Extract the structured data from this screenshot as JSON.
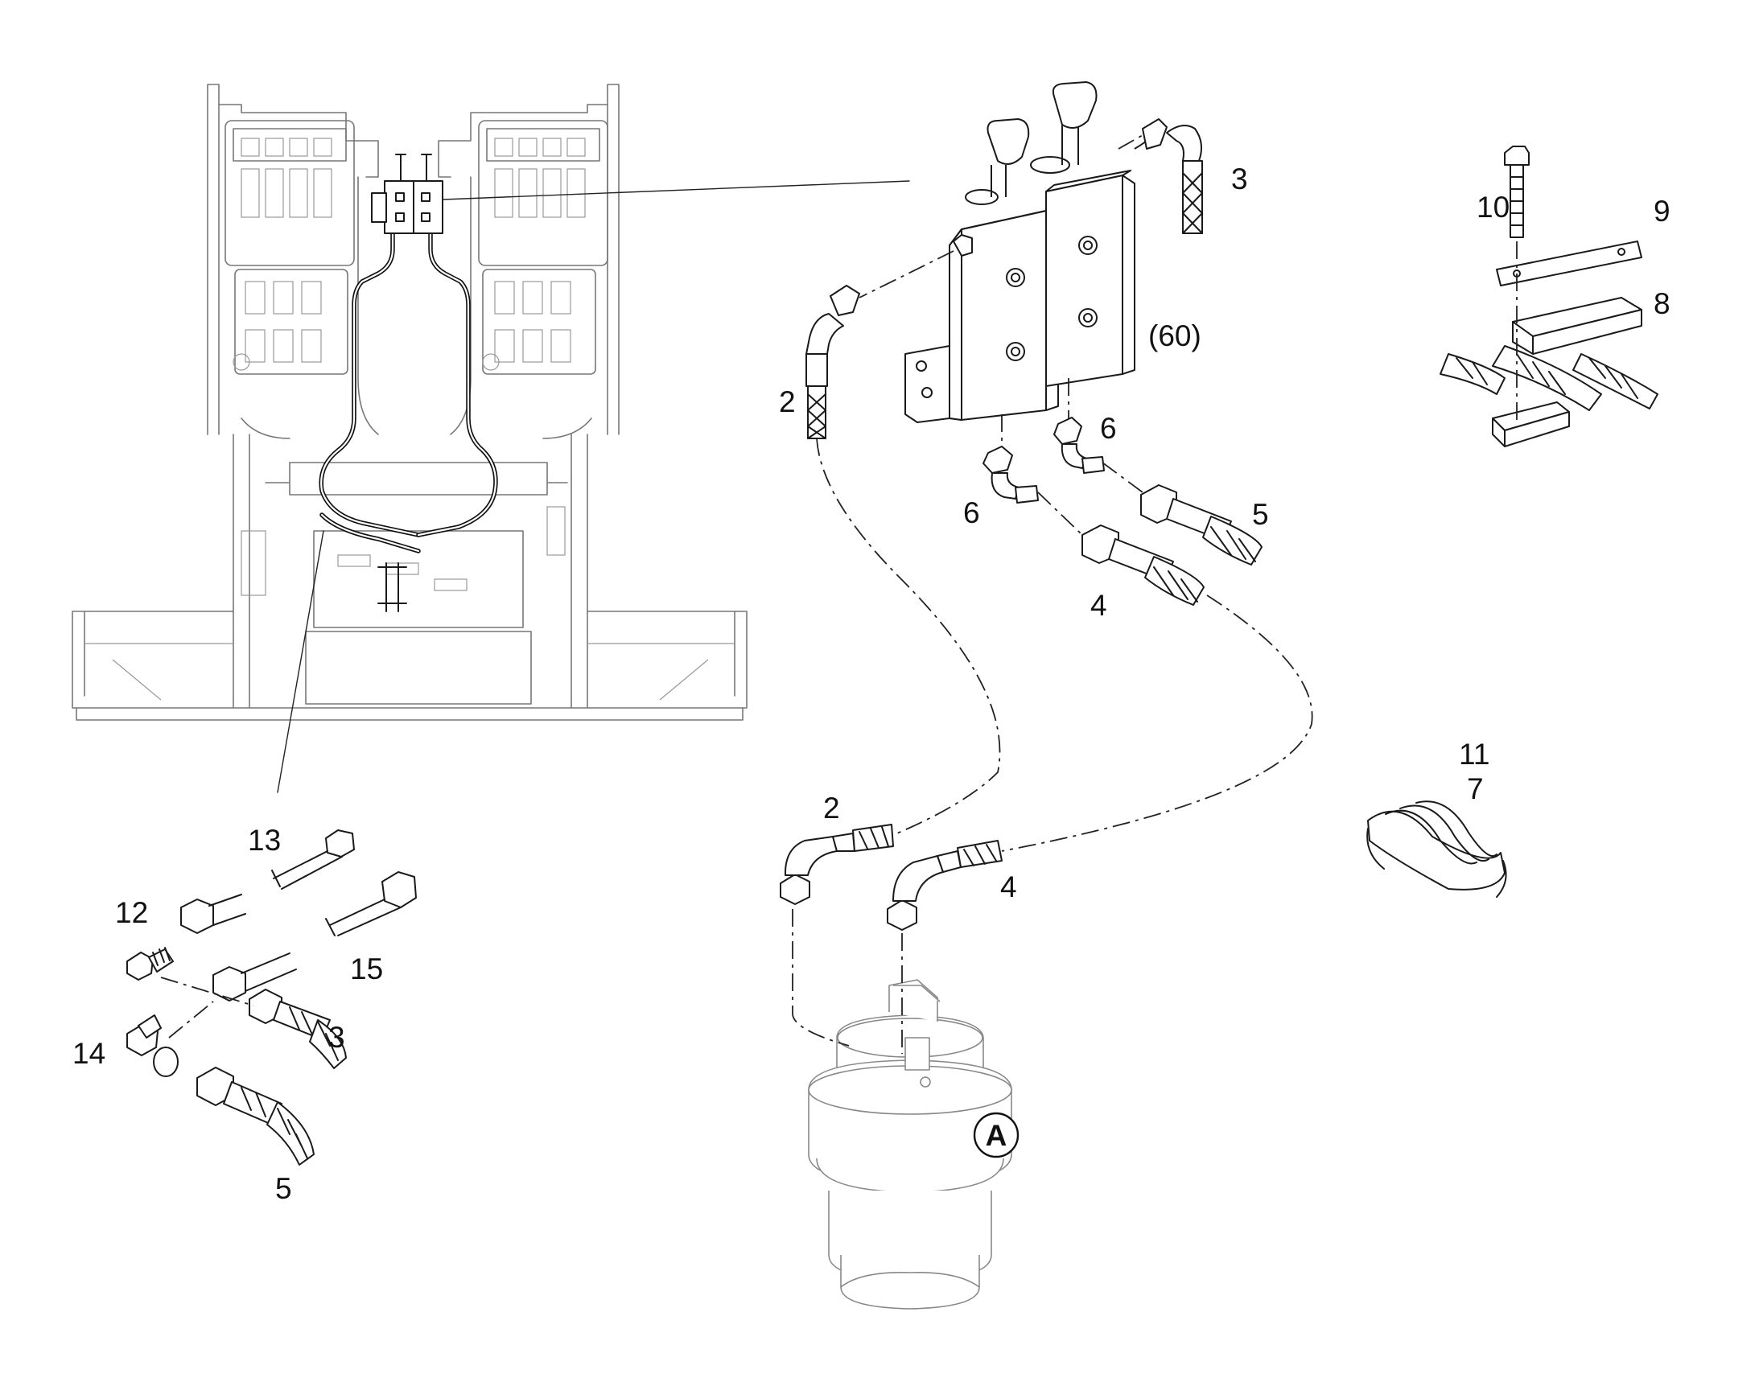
{
  "callouts": {
    "c3_top": "3",
    "c10": "10",
    "c9": "9",
    "c8": "8",
    "c60": "(60)",
    "c2_top": "2",
    "c6_right": "6",
    "c6_left": "6",
    "c5_right": "5",
    "c4_mid": "4",
    "c11": "11",
    "c7": "7",
    "c2_bottom": "2",
    "c4_bottom": "4",
    "c13": "13",
    "c12": "12",
    "c15": "15",
    "c3_bottom": "3",
    "c14": "14",
    "c5_bottom": "5",
    "cA": "A"
  },
  "colors": {
    "line": "#1a1a1a",
    "ghost": "#888888",
    "background": "#ffffff"
  },
  "icons": {
    "valve": "valve-block-icon",
    "motor": "travel-motor-icon",
    "spring": "spring-guard-icon",
    "clamp": "hose-clamp-icon"
  }
}
